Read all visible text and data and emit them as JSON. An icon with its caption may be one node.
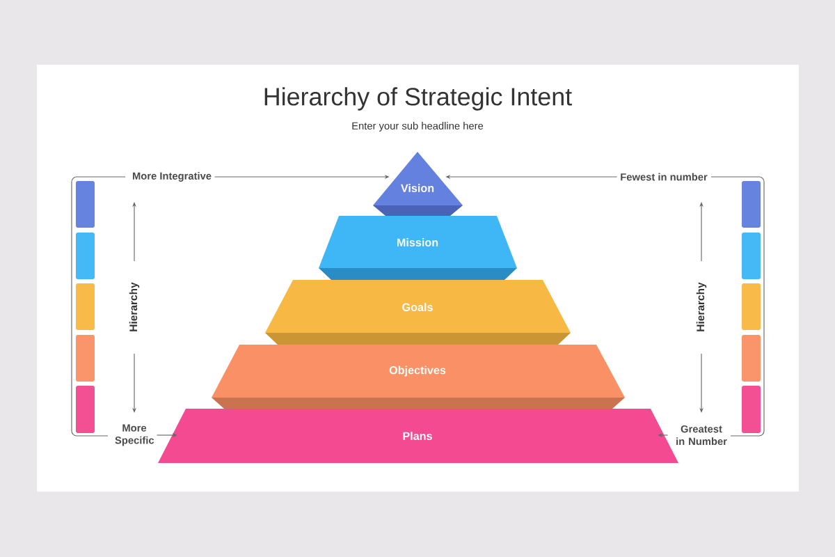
{
  "diagram": {
    "title": "Hierarchy of Strategic Intent",
    "nodes": [
      {
        "text": [
          "Vision"
        ]
      },
      {
        "text": [
          "Mission"
        ]
      },
      {
        "text": [
          "Goals"
        ]
      },
      {
        "text": [
          "Objectives"
        ]
      },
      {
        "text": [
          "Plans"
        ]
      },
      {
        "text": [
          "More Integrative"
        ]
      },
      {
        "text": [
          "Fewest in number"
        ]
      },
      {
        "text": [
          "More Specific"
        ]
      },
      {
        "text": [
          "Greatest in Number"
        ]
      }
    ],
    "edges": [
      {
        "from": 5,
        "to": 0,
        "arrow": "to"
      },
      {
        "from": 6,
        "to": 0,
        "arrow": "to"
      },
      {
        "from": 7,
        "to": 4,
        "arrow": "to"
      },
      {
        "from": 8,
        "to": 4,
        "arrow": "to"
      }
    ],
    "labels": [
      "Enter your sub headline here",
      "Hierarchy",
      "Hierarchy"
    ]
  }
}
